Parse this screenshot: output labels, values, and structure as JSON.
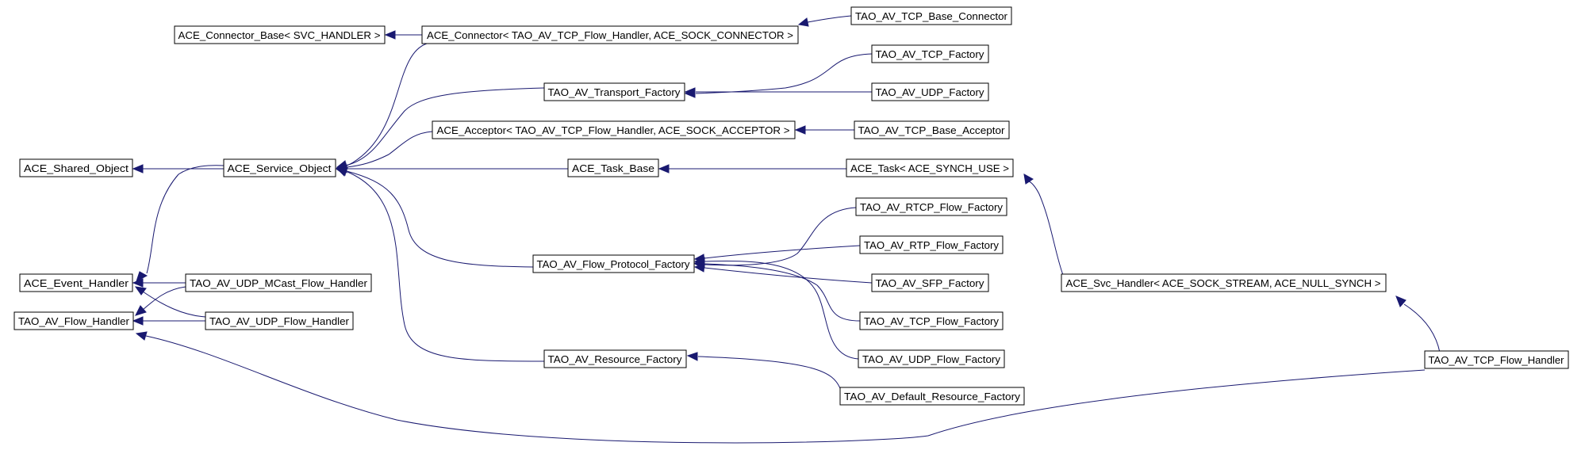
{
  "diagram": {
    "edge_color": "#191970",
    "nodes": {
      "connector_base": "ACE_Connector_Base< SVC_HANDLER >",
      "connector": "ACE_Connector< TAO_AV_TCP_Flow_Handler, ACE_SOCK_CONNECTOR >",
      "tcp_base_connector": "TAO_AV_TCP_Base_Connector",
      "tcp_factory": "TAO_AV_TCP_Factory",
      "transport_factory": "TAO_AV_Transport_Factory",
      "udp_factory": "TAO_AV_UDP_Factory",
      "acceptor": "ACE_Acceptor< TAO_AV_TCP_Flow_Handler, ACE_SOCK_ACCEPTOR >",
      "tcp_base_acceptor": "TAO_AV_TCP_Base_Acceptor",
      "shared_object": "ACE_Shared_Object",
      "service_object": "ACE_Service_Object",
      "task_base": "ACE_Task_Base",
      "task": "ACE_Task< ACE_SYNCH_USE >",
      "rtcp_flow_factory": "TAO_AV_RTCP_Flow_Factory",
      "rtp_flow_factory": "TAO_AV_RTP_Flow_Factory",
      "flow_protocol_factory": "TAO_AV_Flow_Protocol_Factory",
      "sfp_factory": "TAO_AV_SFP_Factory",
      "svc_handler": "ACE_Svc_Handler< ACE_SOCK_STREAM, ACE_NULL_SYNCH >",
      "event_handler": "ACE_Event_Handler",
      "udp_mcast_flow_handler": "TAO_AV_UDP_MCast_Flow_Handler",
      "flow_handler": "TAO_AV_Flow_Handler",
      "udp_flow_handler": "TAO_AV_UDP_Flow_Handler",
      "tcp_flow_factory": "TAO_AV_TCP_Flow_Factory",
      "udp_flow_factory": "TAO_AV_UDP_Flow_Factory",
      "tcp_flow_handler": "TAO_AV_TCP_Flow_Handler",
      "resource_factory": "TAO_AV_Resource_Factory",
      "default_resource_factory": "TAO_AV_Default_Resource_Factory"
    }
  }
}
